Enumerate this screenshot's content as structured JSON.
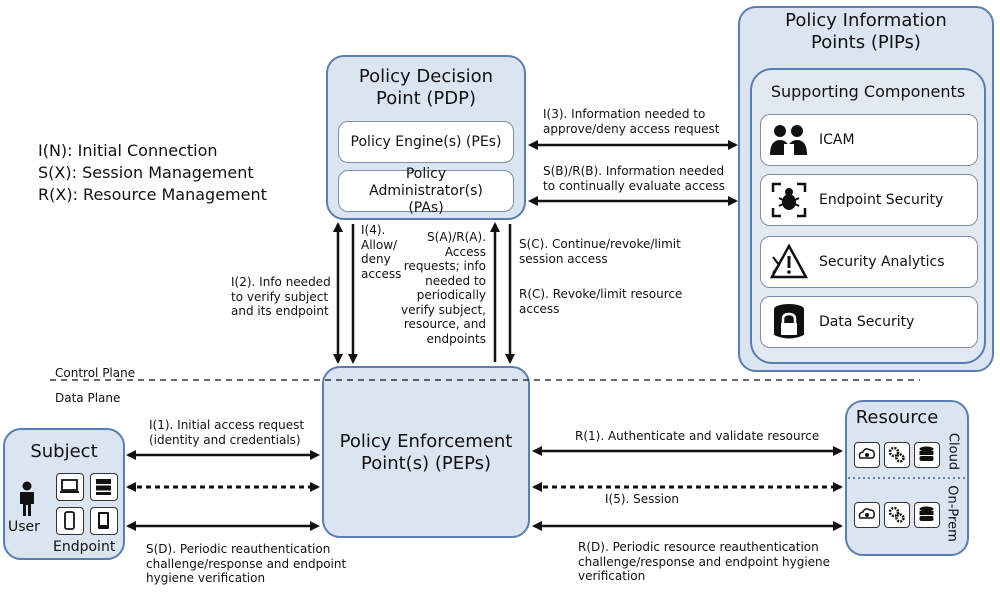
{
  "legend": [
    "I(N): Initial Connection",
    "S(X): Session Management",
    "R(X): Resource Management"
  ],
  "pdp": {
    "title": "Policy Decision Point (PDP)",
    "engine": "Policy Engine(s) (PEs)",
    "admin": "Policy Administrator(s) (PAs)"
  },
  "pip": {
    "title": "Policy Information Points (PIPs)",
    "supporting": "Supporting Components",
    "items": [
      {
        "label": "ICAM",
        "icon": "people-icon"
      },
      {
        "label": "Endpoint Security",
        "icon": "bug-target-icon"
      },
      {
        "label": "Security Analytics",
        "icon": "warning-icon"
      },
      {
        "label": "Data Security",
        "icon": "lock-icon"
      }
    ]
  },
  "pep": {
    "title": "Policy Enforcement Point(s) (PEPs)"
  },
  "subject": {
    "title": "Subject",
    "user": "User",
    "endpoint": "Endpoint"
  },
  "resource": {
    "title": "Resource",
    "cloud": "Cloud",
    "onprem": "On-Prem"
  },
  "planes": {
    "control": "Control Plane",
    "data": "Data Plane"
  },
  "flows": {
    "i3": "I(3). Information needed to\napprove/deny access request",
    "sbrb": "S(B)/R(B). Information needed\nto continually evaluate access",
    "i4": "I(4).\nAllow/\ndeny\naccess",
    "sara": "S(A)/R(A).\nAccess\nrequests; info\nneeded to\nperiodically\nverify subject,\nresource, and\nendpoints",
    "sc": "S(C). Continue/revoke/limit\nsession access",
    "rc": "R(C). Revoke/limit resource\naccess",
    "i2": "I(2). Info needed\nto verify subject\nand its endpoint",
    "i1": "I(1). Initial access request\n(identity and credentials)",
    "r1": "R(1). Authenticate and validate resource",
    "i5": "I(5). Session",
    "sd": "S(D). Periodic reauthentication\nchallenge/response and endpoint\nhygiene verification",
    "rd": "R(D). Periodic resource reauthentication\nchallenge/response and endpoint hygiene\nverification"
  }
}
